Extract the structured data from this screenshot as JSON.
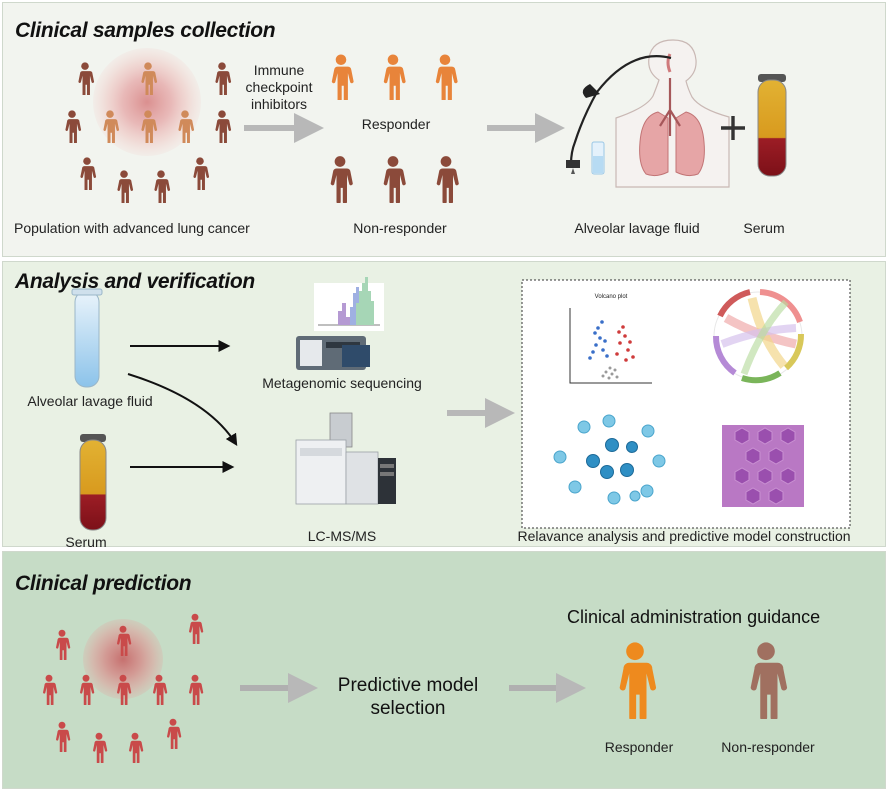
{
  "panels": {
    "collection": {
      "title": "Clinical samples collection",
      "population_label": "Population with advanced lung cancer",
      "treatment_label_line1": "Immune",
      "treatment_label_line2": "checkpoint",
      "treatment_label_line3": "inhibitors",
      "responder_label": "Responder",
      "nonresponder_label": "Non-responder",
      "balf_label": "Alveolar lavage fluid",
      "serum_label": "Serum",
      "plus_sign": "+"
    },
    "analysis": {
      "title": "Analysis and verification",
      "balf_label": "Alveolar lavage fluid",
      "serum_label": "Serum",
      "metagenomic_label": "Metagenomic sequencing",
      "lcms_label": "LC-MS/MS",
      "model_label": "Relavance analysis and predictive model construction",
      "volcano_title": "Volcano plot"
    },
    "prediction": {
      "title": "Clinical prediction",
      "model_line1": "Predictive model",
      "model_line2": "selection",
      "guidance_label": "Clinical administration guidance",
      "responder_label": "Responder",
      "nonresponder_label": "Non-responder"
    }
  },
  "colors": {
    "population": "#8b4a3a",
    "population_light": "#c98a6a",
    "responder": "#e8843a",
    "nonresponder": "#8b4a3a",
    "prediction_person": "#c94a4a",
    "guidance_responder": "#ee8a1e",
    "guidance_nonresponder": "#a07060",
    "arrow_grey": "#b8b8b8",
    "arrow_black": "#111111"
  }
}
